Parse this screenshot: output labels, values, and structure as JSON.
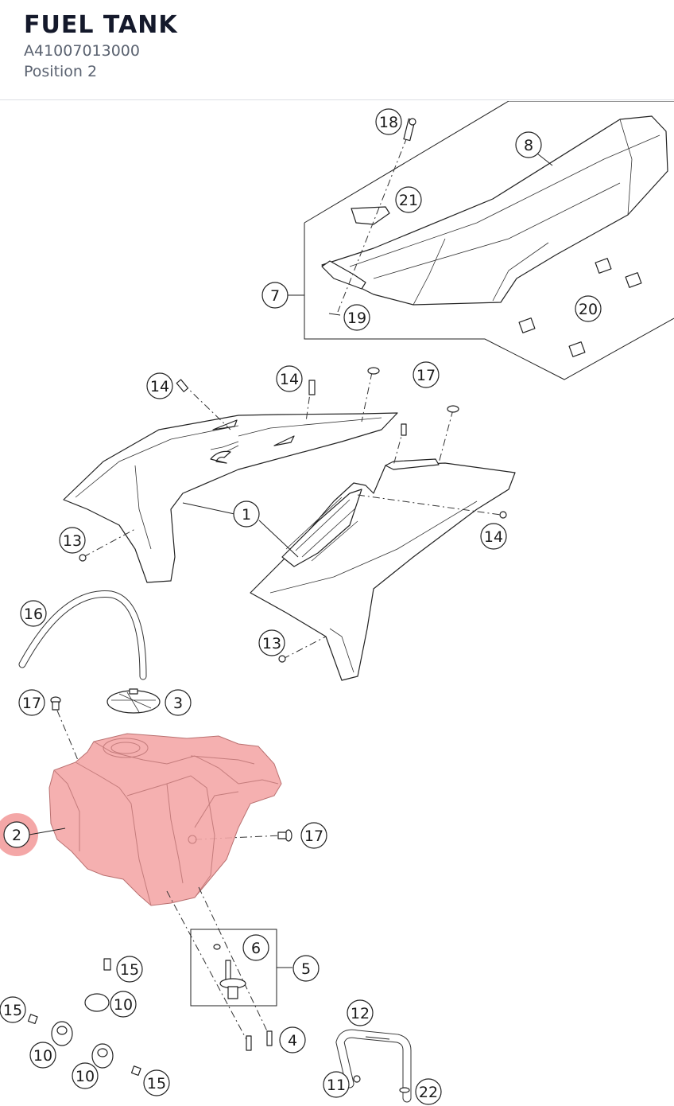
{
  "header": {
    "title": "FUEL TANK",
    "part_number": "A41007013000",
    "position": "Position 2"
  },
  "colors": {
    "highlight": "#f4a7a7",
    "selected_marker": "#f08a8a",
    "title": "#14192b",
    "subtitle": "#5a6270"
  },
  "selected_callout": "2",
  "callouts": [
    {
      "id": "c18",
      "label": "18"
    },
    {
      "id": "c8",
      "label": "8"
    },
    {
      "id": "c21",
      "label": "21"
    },
    {
      "id": "c7",
      "label": "7"
    },
    {
      "id": "c19",
      "label": "19"
    },
    {
      "id": "c20",
      "label": "20"
    },
    {
      "id": "c14a",
      "label": "14"
    },
    {
      "id": "c14b",
      "label": "14"
    },
    {
      "id": "c17a",
      "label": "17"
    },
    {
      "id": "c1",
      "label": "1"
    },
    {
      "id": "c13a",
      "label": "13"
    },
    {
      "id": "c14c",
      "label": "14"
    },
    {
      "id": "c16",
      "label": "16"
    },
    {
      "id": "c13b",
      "label": "13"
    },
    {
      "id": "c17b",
      "label": "17"
    },
    {
      "id": "c3",
      "label": "3"
    },
    {
      "id": "c2",
      "label": "2"
    },
    {
      "id": "c17c",
      "label": "17"
    },
    {
      "id": "c6",
      "label": "6"
    },
    {
      "id": "c5",
      "label": "5"
    },
    {
      "id": "c15a",
      "label": "15"
    },
    {
      "id": "c10a",
      "label": "10"
    },
    {
      "id": "c15b",
      "label": "15"
    },
    {
      "id": "c12",
      "label": "12"
    },
    {
      "id": "c4",
      "label": "4"
    },
    {
      "id": "c10b",
      "label": "10"
    },
    {
      "id": "c10c",
      "label": "10"
    },
    {
      "id": "c15c",
      "label": "15"
    },
    {
      "id": "c11",
      "label": "11"
    },
    {
      "id": "c22",
      "label": "22"
    }
  ]
}
